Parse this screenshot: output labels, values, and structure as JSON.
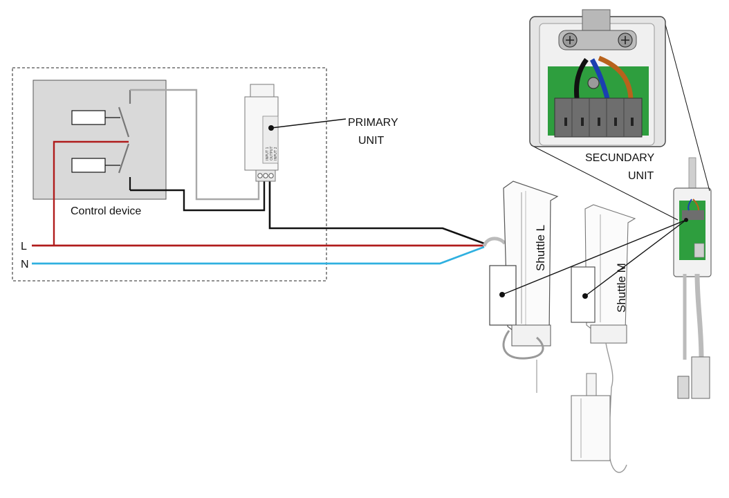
{
  "labels": {
    "control_device": "Control device",
    "primary_unit_line1": "PRIMARY",
    "primary_unit_line2": "UNIT",
    "secondary_unit_line1": "SECUNDARY",
    "secondary_unit_line2": "UNIT",
    "line_L": "L",
    "line_N": "N",
    "shuttle_L": "Shuttle L",
    "shuttle_M": "Shuttle M"
  },
  "primary_unit_terminals": [
    "INPUT 1",
    "OUTPUT",
    "INPUT 2"
  ],
  "colors": {
    "live_wire": "#b01c1c",
    "neutral_wire": "#2fb0e0",
    "control_wire_black": "#111111",
    "control_wire_grey": "#a8a8a8",
    "control_panel": "#d9d9d9",
    "pcb_green": "#2e9e3e",
    "terminal_grey": "#6e6e6e",
    "inner_blue_wire": "#1a3fb0",
    "inner_brown_wire": "#b8621c"
  }
}
